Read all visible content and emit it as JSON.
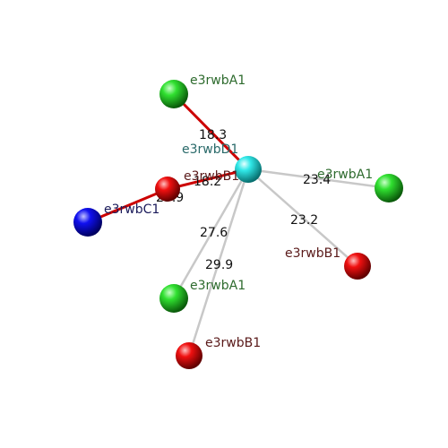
{
  "colors": {
    "green_atom": "#18c818",
    "red_atom": "#e80000",
    "blue_atom": "#0000e0",
    "cyan_atom": "#20e0e0",
    "green_label": "#2e6b2e",
    "red_label": "#5a1a1a",
    "blue_label": "#1a1a5a",
    "cyan_label": "#2a6a6a",
    "red_bond": "#cc0000",
    "grey_bond": "#c8c8c8",
    "distance_text": "#111111"
  },
  "atoms": [
    {
      "id": "center",
      "label": "e3rwbD1",
      "color": "cyan"
    },
    {
      "id": "g1",
      "label": "e3rwbA1",
      "color": "green"
    },
    {
      "id": "g2",
      "label": "e3rwbA1",
      "color": "green"
    },
    {
      "id": "g3",
      "label": "e3rwbA1",
      "color": "green"
    },
    {
      "id": "r1",
      "label": "e3rwbB1",
      "color": "red"
    },
    {
      "id": "r2",
      "label": "e3rwbB1",
      "color": "red"
    },
    {
      "id": "r3",
      "label": "e3rwbB1",
      "color": "red"
    },
    {
      "id": "b1",
      "label": "e3rwbC1",
      "color": "blue"
    }
  ],
  "bonds": [
    {
      "from": "center",
      "to": "g1",
      "distance": "18.3",
      "type": "red"
    },
    {
      "from": "center",
      "to": "r1",
      "distance": "18.2",
      "type": "red"
    },
    {
      "from": "r1",
      "to": "b1",
      "distance": "25.9",
      "type": "red"
    },
    {
      "from": "center",
      "to": "g2",
      "distance": "23.4",
      "type": "grey"
    },
    {
      "from": "center",
      "to": "r2",
      "distance": "23.2",
      "type": "grey"
    },
    {
      "from": "center",
      "to": "g3",
      "distance": "27.6",
      "type": "grey"
    },
    {
      "from": "center",
      "to": "r3",
      "distance": "29.9",
      "type": "grey"
    }
  ]
}
